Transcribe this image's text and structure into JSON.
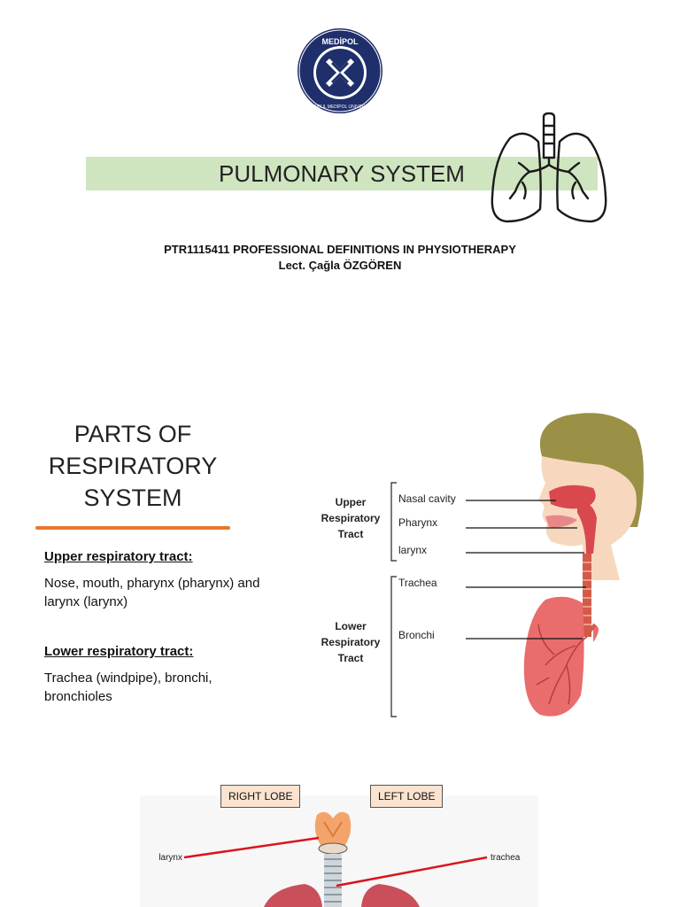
{
  "slide1": {
    "logo": {
      "icon": "medipol-university-seal",
      "top_text": "MEDİPOL",
      "ring_text": "İSTANBUL MEDİPOL UNIVERSITY",
      "color": "#1f2f6b"
    },
    "title": "PULMONARY SYSTEM",
    "title_bar_color": "#cfe5c0",
    "lungs_icon": "lungs-icon",
    "course": "PTR1115411 PROFESSIONAL DEFINITIONS IN PHYSIOTHERAPY",
    "lecturer": "Lect. Çağla ÖZGÖREN"
  },
  "slide2": {
    "title_lines": [
      "PARTS OF",
      "RESPIRATORY",
      "SYSTEM"
    ],
    "underline_color": "#e8792c",
    "upper": {
      "heading": "Upper respiratory tract:",
      "body": "Nose, mouth, pharynx (pharynx) and larynx (larynx)"
    },
    "lower": {
      "heading": "Lower respiratory tract:",
      "body": "Trachea (windpipe), bronchi, bronchioles"
    },
    "diagram": {
      "upper_group": [
        "Upper",
        "Respiratory",
        "Tract"
      ],
      "lower_group": [
        "Lower",
        "Respiratory",
        "Tract"
      ],
      "labels": {
        "nasal_cavity": "Nasal cavity",
        "pharynx": "Pharynx",
        "larynx": "larynx",
        "trachea": "Trachea",
        "bronchi": "Bronchi"
      }
    }
  },
  "slide3": {
    "right_lobe": "RIGHT LOBE",
    "left_lobe": "LEFT LOBE",
    "larynx_label": "larynx",
    "trachea_label": "trachea",
    "pointer_color": "#d9141c"
  }
}
